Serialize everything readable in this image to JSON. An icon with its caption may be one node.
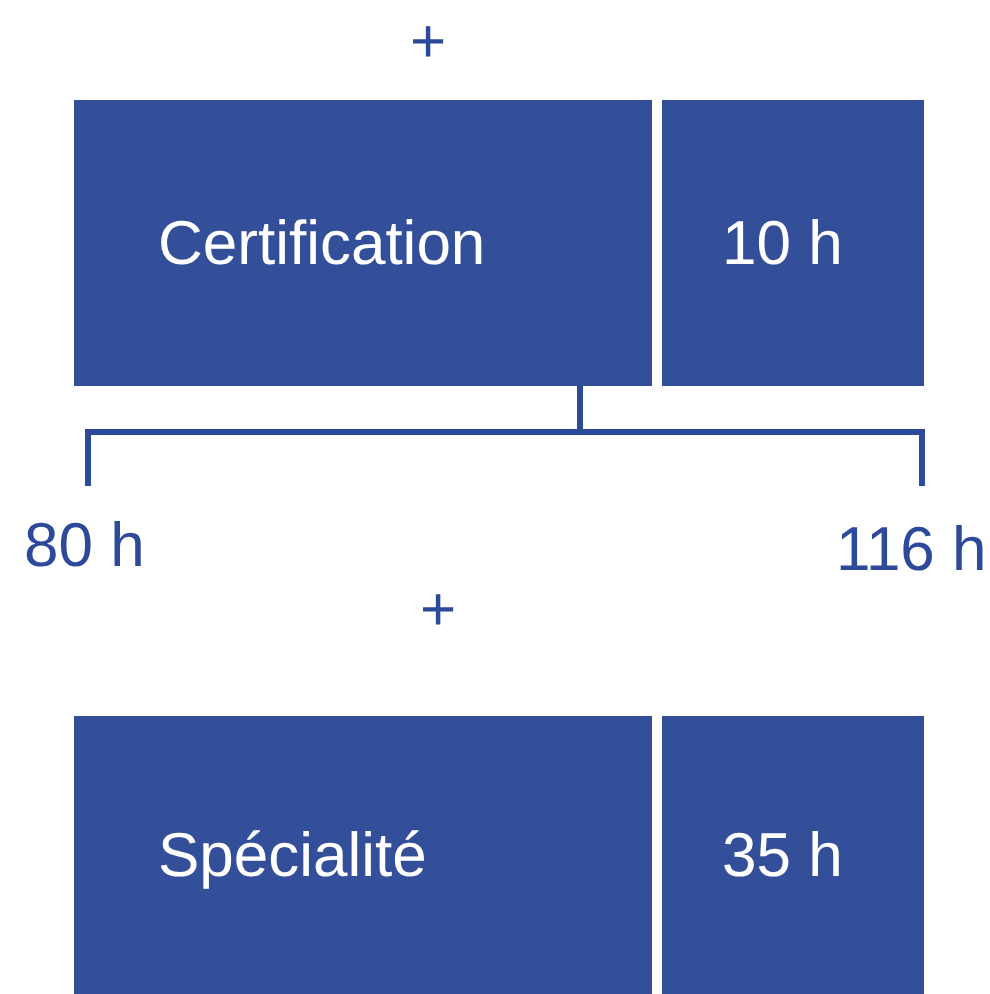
{
  "diagram": {
    "nodes": [
      {
        "text": [
          "Certification"
        ]
      },
      {
        "text": [
          "10 h"
        ]
      },
      {
        "text": [
          "Spécialité"
        ]
      },
      {
        "text": [
          "35 h"
        ]
      }
    ],
    "labels": [
      "+",
      "80 h",
      "116 h",
      "+"
    ]
  }
}
